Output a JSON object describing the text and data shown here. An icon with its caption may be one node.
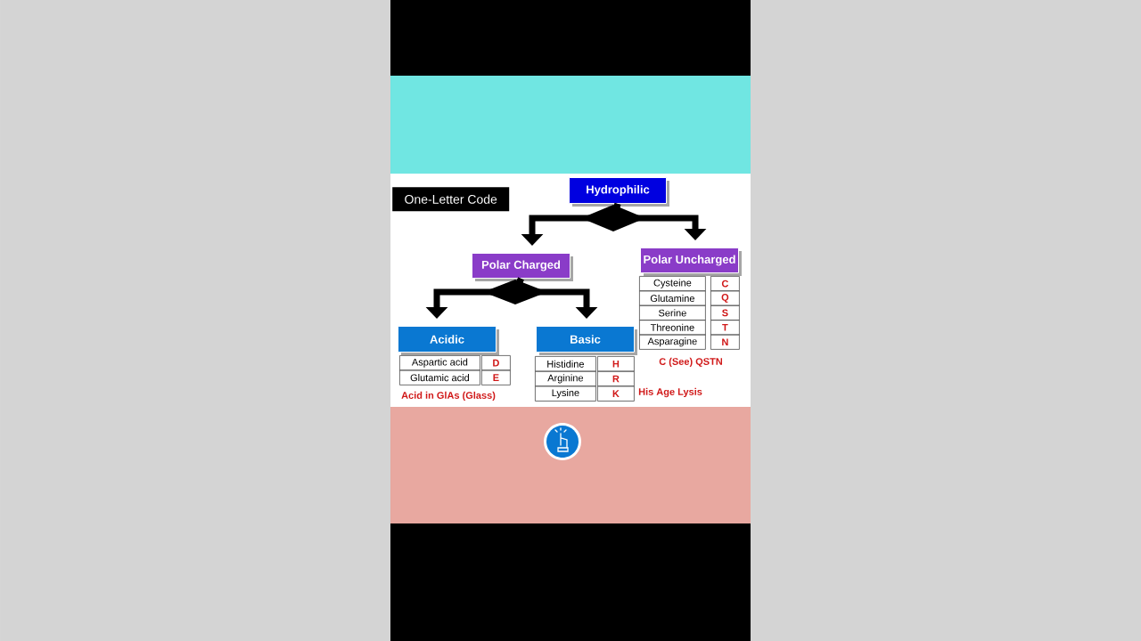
{
  "diagram": {
    "nodes": [
      {
        "text": [
          "Hydrophilic"
        ]
      },
      {
        "text": [
          "Polar Charged"
        ]
      },
      {
        "text": [
          "Polar Uncharged"
        ],
        "beside": [
          "Cysteine",
          "C",
          "Glutamine",
          "Q",
          "Serine",
          "S",
          "Threonine",
          "T",
          "Asparagine",
          "N",
          "C (See) QSTN"
        ]
      },
      {
        "text": [
          "Acidic"
        ],
        "beside": [
          "Aspartic acid",
          "D",
          "Glutamic acid",
          "E",
          "Acid in GlAs (Glass)"
        ]
      },
      {
        "text": [
          "Basic"
        ],
        "beside": [
          "Histidine",
          "H",
          "Arginine",
          "R",
          "Lysine",
          "K",
          "His Age Lysis"
        ]
      }
    ],
    "edges": [
      {
        "from": 0,
        "to": 1,
        "arrow": "to"
      },
      {
        "from": 0,
        "to": 2,
        "arrow": "to"
      },
      {
        "from": 1,
        "to": 3,
        "arrow": "to"
      },
      {
        "from": 1,
        "to": 4,
        "arrow": "to"
      }
    ],
    "labels": [
      "One-Letter Code"
    ]
  }
}
